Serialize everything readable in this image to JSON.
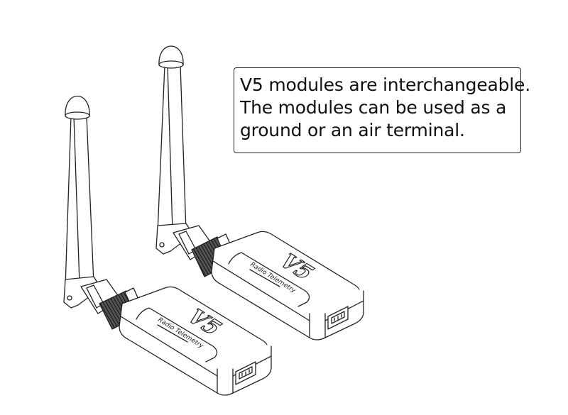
{
  "callout": {
    "lines": [
      "V5 modules are interchangeable.",
      "The modules can be used as a",
      "ground or an air terminal."
    ]
  },
  "modules": [
    {
      "model": "V5",
      "subtitle": "Radio Telemetry"
    },
    {
      "model": "V5",
      "subtitle": "Radio Telemetry"
    }
  ]
}
